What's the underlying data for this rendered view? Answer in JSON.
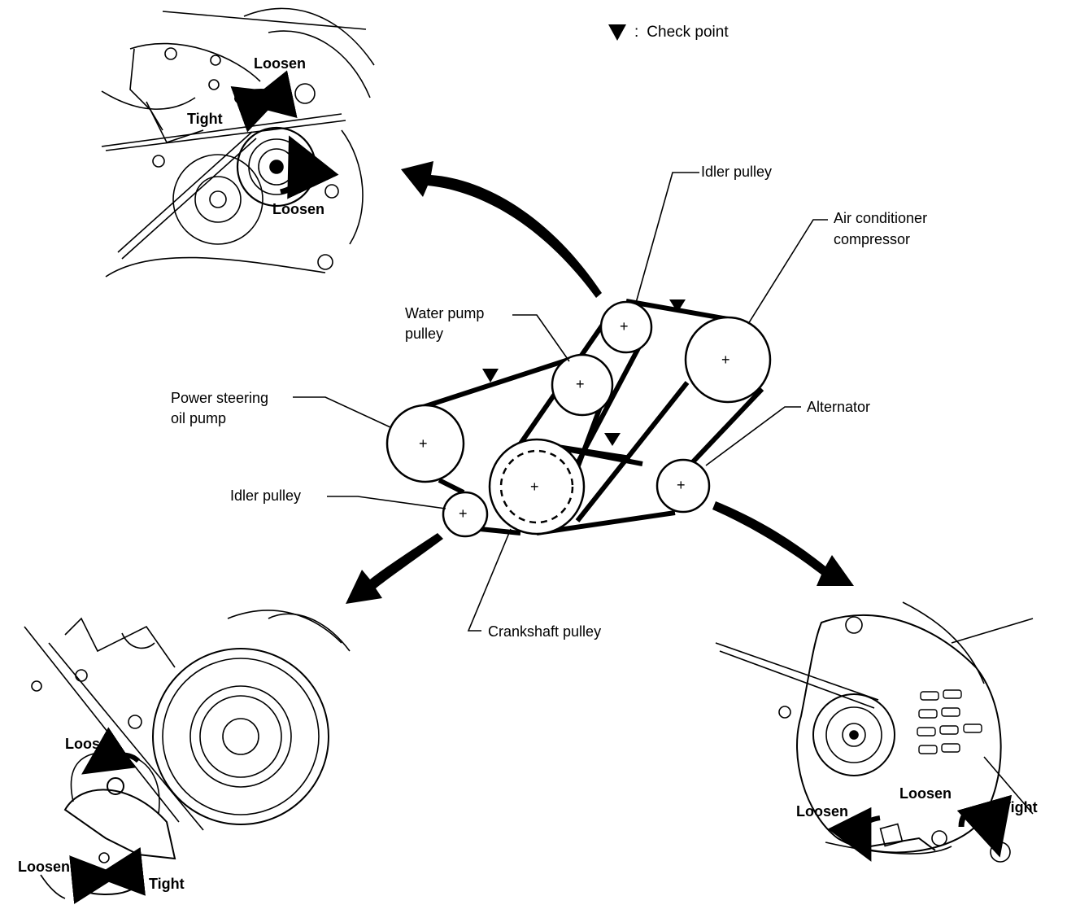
{
  "legend": {
    "symbol": "▼",
    "separator": ":",
    "text": "Check point"
  },
  "labels": {
    "idler_pulley_top": "Idler pulley",
    "ac_compressor_line1": "Air conditioner",
    "ac_compressor_line2": "compressor",
    "water_pump_line1": "Water pump",
    "water_pump_line2": "pulley",
    "power_steering_line1": "Power steering",
    "power_steering_line2": "oil pump",
    "alternator": "Alternator",
    "idler_pulley_left": "Idler pulley",
    "crankshaft": "Crankshaft pulley"
  },
  "pulley_mark": "+",
  "insets": {
    "top_left": {
      "loosen_1": "Loosen",
      "tight": "Tight",
      "loosen_2": "Loosen"
    },
    "bottom_left": {
      "loosen_1": "Loosen",
      "loosen_2": "Loosen",
      "tight": "Tight"
    },
    "bottom_right": {
      "loosen_1": "Loosen",
      "loosen_2": "Loosen",
      "tight": "Tight"
    }
  }
}
